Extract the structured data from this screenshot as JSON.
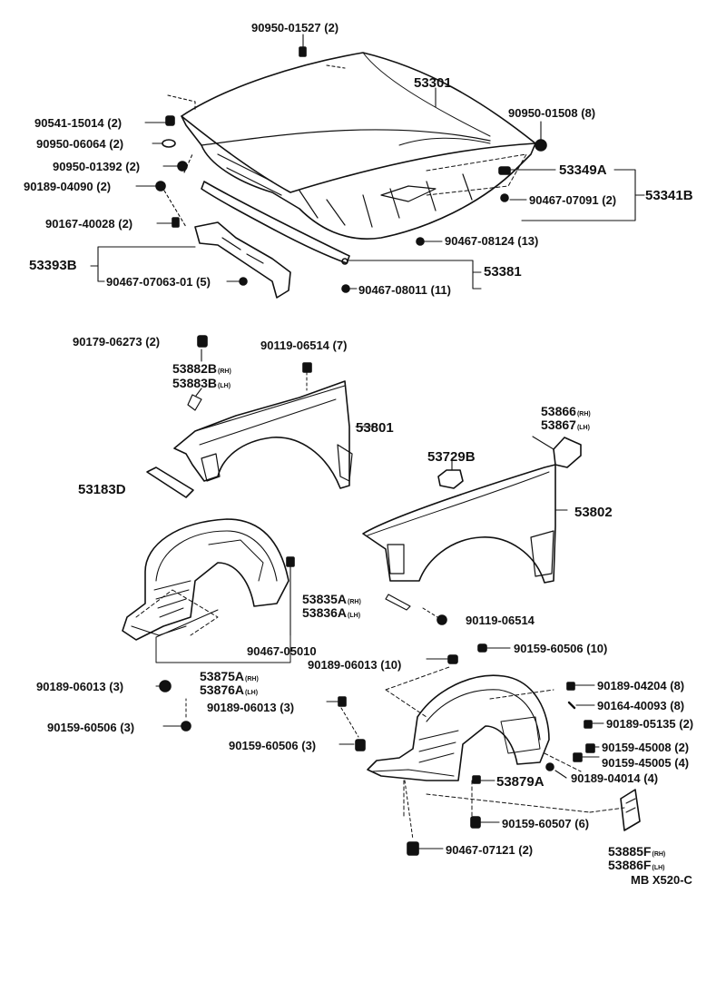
{
  "labels": {
    "p_90950_01527": "90950-01527 (2)",
    "p_53301": "53301",
    "p_90541_15014": "90541-15014 (2)",
    "p_90950_06064": "90950-06064 (2)",
    "p_90950_01392": "90950-01392 (2)",
    "p_90189_04090": "90189-04090 (2)",
    "p_90167_40028": "90167-40028 (2)",
    "p_53393B": "53393B",
    "p_90467_07063": "90467-07063-01 (5)",
    "p_90950_01508": "90950-01508 (8)",
    "p_53349A": "53349A",
    "p_90467_07091": "90467-07091 (2)",
    "p_53341B": "53341B",
    "p_90467_08124": "90467-08124 (13)",
    "p_53381": "53381",
    "p_90467_08011": "90467-08011 (11)",
    "p_90179_06273": "90179-06273 (2)",
    "p_90119_06514_7": "90119-06514 (7)",
    "p_53882B": "53882B",
    "p_53883B": "53883B",
    "p_53801": "53801",
    "p_53866": "53866",
    "p_53867": "53867",
    "p_53729B": "53729B",
    "p_53183D": "53183D",
    "p_53802": "53802",
    "p_53835A": "53835A",
    "p_53836A": "53836A",
    "p_90119_06514": "90119-06514",
    "p_90467_05010": "90467-05010",
    "p_90159_60506_10": "90159-60506 (10)",
    "p_90189_06013_10": "90189-06013 (10)",
    "p_53875A": "53875A",
    "p_53876A": "53876A",
    "p_90189_06013_3a": "90189-06013 (3)",
    "p_90189_06013_3b": "90189-06013 (3)",
    "p_90189_04204": "90189-04204 (8)",
    "p_90164_40093": "90164-40093 (8)",
    "p_90189_05135": "90189-05135 (2)",
    "p_90159_60506_3a": "90159-60506 (3)",
    "p_90159_60506_3b": "90159-60506 (3)",
    "p_90159_45008": "90159-45008 (2)",
    "p_90159_45005": "90159-45005 (4)",
    "p_90189_04014": "90189-04014 (4)",
    "p_53879A": "53879A",
    "p_90159_60507": "90159-60507 (6)",
    "p_90467_07121": "90467-07121 (2)",
    "p_53885F": "53885F",
    "p_53886F": "53886F",
    "diagram_code": "MB X520-C"
  },
  "subs": {
    "rh": "(RH)",
    "lh": "(LH)"
  }
}
